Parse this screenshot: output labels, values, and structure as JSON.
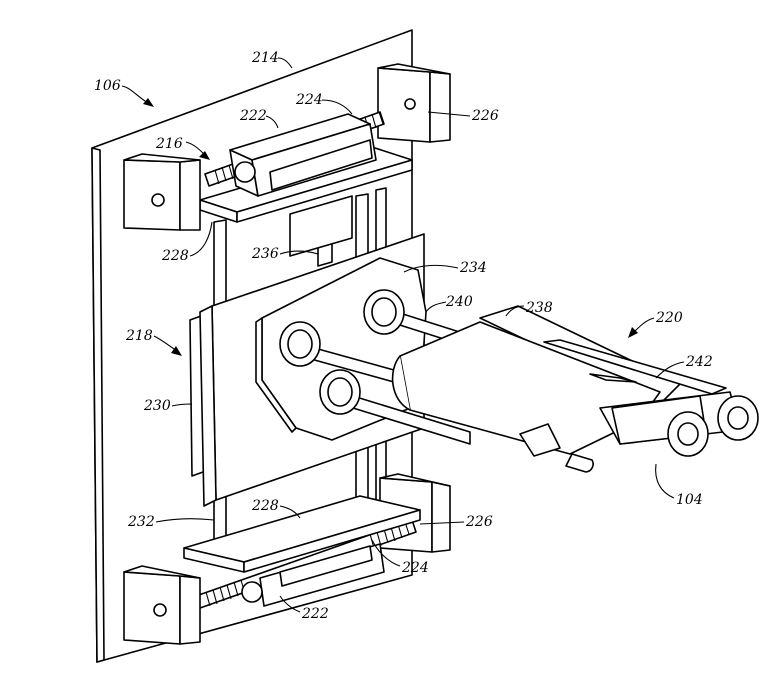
{
  "labels": {
    "l106": "106",
    "l214": "214",
    "l224a": "224",
    "l222a": "222",
    "l226a": "226",
    "l216": "216",
    "l228a": "228",
    "l236": "236",
    "l234": "234",
    "l240": "240",
    "l238": "238",
    "l220": "220",
    "l218": "218",
    "l242": "242",
    "l230": "230",
    "l104": "104",
    "l228b": "228",
    "l232": "232",
    "l226b": "226",
    "l224b": "224",
    "l222b": "222"
  }
}
